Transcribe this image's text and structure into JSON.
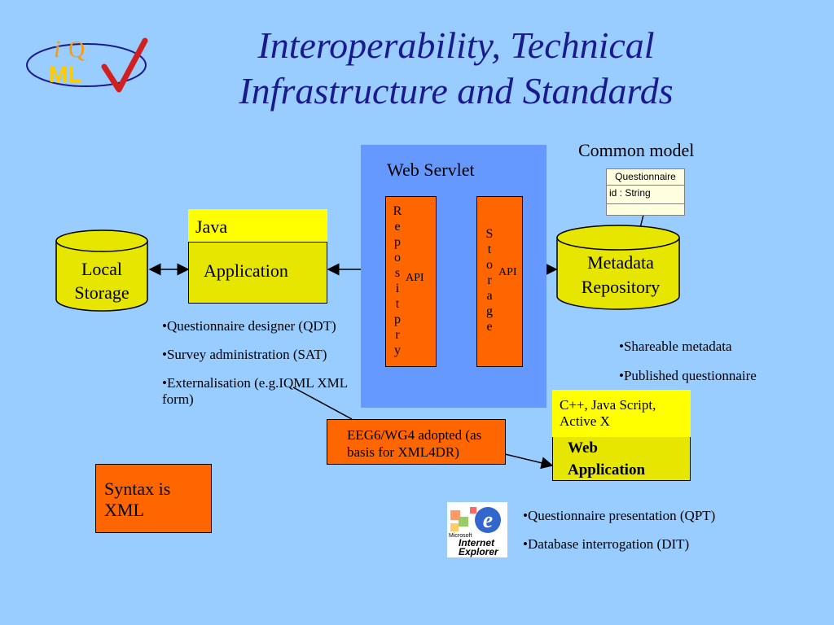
{
  "title": {
    "line1": "Interoperability, Technical",
    "line2": "Infrastructure and Standards"
  },
  "logo": {
    "text_i": "i",
    "text_q": "Q",
    "text_ml": "ML",
    "icon": "checkmark-logo"
  },
  "java": {
    "header": "Java",
    "body": "Application"
  },
  "local_storage": {
    "line1": "Local",
    "line2": "Storage"
  },
  "web_servlet": {
    "label": "Web Servlet",
    "repository_letters": [
      "R",
      "e",
      "p",
      "o",
      "s",
      "i",
      "t",
      "p",
      "r",
      "y"
    ],
    "repository_api": "API",
    "storage_letters": [
      "S",
      "t",
      "o",
      "r",
      "a",
      "g",
      "e"
    ],
    "storage_api": "API"
  },
  "common_model": {
    "label": "Common model",
    "class_name": "Questionnaire",
    "attribute": "id : String"
  },
  "metadata_repository": {
    "line1": "Metadata",
    "line2": "Repository"
  },
  "java_bullets": [
    "•Questionnaire designer (QDT)",
    "•Survey administration (SAT)",
    "•Externalisation (e.g.IQML XML form)"
  ],
  "metadata_bullets": [
    "•Shareable metadata",
    "•Published questionnaire"
  ],
  "web_app": {
    "header": "C++, Java Script, Active X",
    "line1": "Web",
    "line2": "Application"
  },
  "eeg": {
    "text": "EEG6/WG4 adopted (as basis for XML4DR)"
  },
  "syntax": {
    "line1": "Syntax is",
    "line2": "XML"
  },
  "ie_logo": {
    "text_small": "Microsoft",
    "line1": "Internet",
    "line2": "Explorer",
    "icon": "internet-explorer-logo"
  },
  "webapp_bullets": [
    "•Questionnaire presentation (QPT)",
    "•Database interrogation (DIT)"
  ],
  "colors": {
    "background": "#99ccff",
    "title": "#1a1a8c",
    "servlet": "#6699ff",
    "yellow": "#ffff00",
    "olive": "#e6e600",
    "orange": "#ff6600"
  }
}
